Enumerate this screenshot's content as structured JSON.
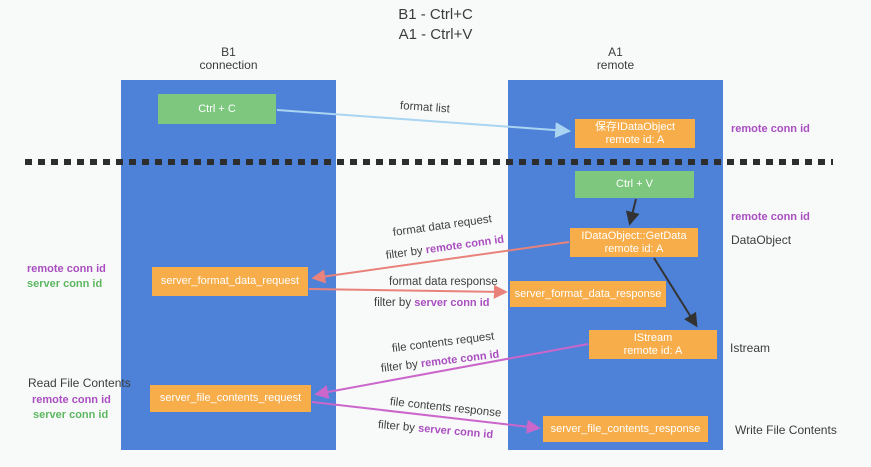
{
  "title": {
    "line1": "B1 - Ctrl+C",
    "line2": "A1 - Ctrl+V"
  },
  "lanes": {
    "left": {
      "title": "B1",
      "subtitle": "connection"
    },
    "right": {
      "title": "A1",
      "subtitle": "remote"
    }
  },
  "nodes": {
    "ctrl_c": {
      "label": "Ctrl + C"
    },
    "ctrl_v": {
      "label": "Ctrl + V"
    },
    "save_dataobject": {
      "line1": "保存IDataObject",
      "line2": "remote id: A"
    },
    "getdata": {
      "line1": "IDataObject::GetData",
      "line2": "remote id: A"
    },
    "istream": {
      "line1": "IStream",
      "line2": "remote id: A"
    },
    "format_request": {
      "label": "server_format_data_request"
    },
    "format_response": {
      "label": "server_format_data_response"
    },
    "file_request": {
      "label": "server_file_contents_request"
    },
    "file_response": {
      "label": "server_file_contents_response"
    }
  },
  "edge_labels": {
    "format_list": "format list",
    "format_data_request": "format data request",
    "format_data_response": "format data response",
    "file_contents_request": "file contents request",
    "file_contents_response": "file contents response",
    "filter_by": "filter by",
    "remote_conn_id": "remote conn id",
    "server_conn_id": "server conn id"
  },
  "side_labels": {
    "right_top_remote_conn": "remote conn id",
    "mid_left_remote_conn": "remote conn id",
    "mid_left_server_conn": "server conn id",
    "right_remote_conn": "remote conn id",
    "right_dataobject": "DataObject",
    "right_istream": "Istream",
    "left_read_file": "Read File Contents",
    "bottom_left_remote_conn": "remote conn id",
    "bottom_left_server_conn": "server conn id",
    "right_write_file": "Write File Contents"
  },
  "colors": {
    "lane_blue": "#4e82d8",
    "node_green": "#7ec77f",
    "node_orange": "#f7ad4a",
    "arrow_light_blue": "#a9d4f2",
    "arrow_red": "#e8827b",
    "arrow_pink": "#cb66cb",
    "arrow_black": "#333333",
    "label_purple": "#a94fc0",
    "label_green": "#5cb860",
    "text_dark": "#3c3c3c",
    "background": "#f8f9f9"
  }
}
